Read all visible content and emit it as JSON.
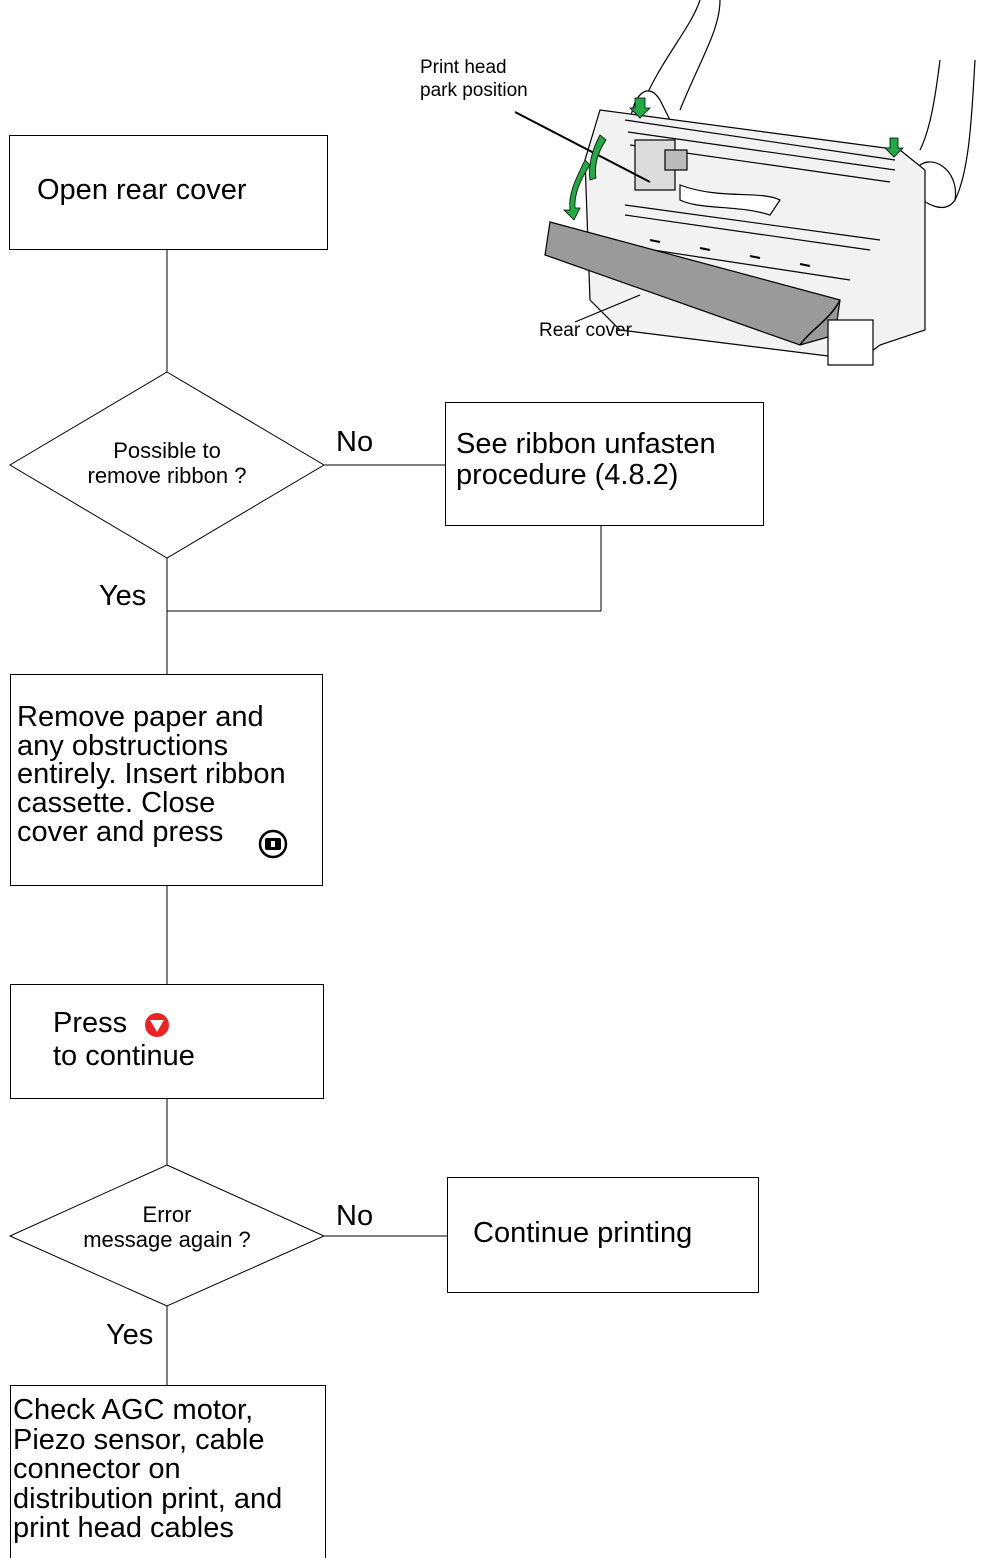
{
  "illustration": {
    "callout_head": "Print head\npark position",
    "callout_cover": "Rear cover"
  },
  "steps": {
    "open_cover": "Open rear cover",
    "remove_paper": "Remove paper and\nany obstructions\nentirely. Insert ribbon\ncassette. Close\ncover and press",
    "press_prefix": "Press",
    "press_suffix": "to continue",
    "see_procedure": "See ribbon unfasten\nprocedure (4.8.2)",
    "continue_printing": "Continue printing",
    "check_agc": "Check AGC motor,\nPiezo sensor, cable\nconnector on\ndistribution print, and\nprint head cables"
  },
  "decisions": {
    "ribbon": "Possible to\nremove ribbon ?",
    "error": "Error\nmessage again ?"
  },
  "branches": {
    "yes": "Yes",
    "no": "No"
  },
  "icons": {
    "lock_button": "lock-button-icon",
    "down_button": "red-down-triangle-icon",
    "down_button_color": "#ee2222"
  }
}
